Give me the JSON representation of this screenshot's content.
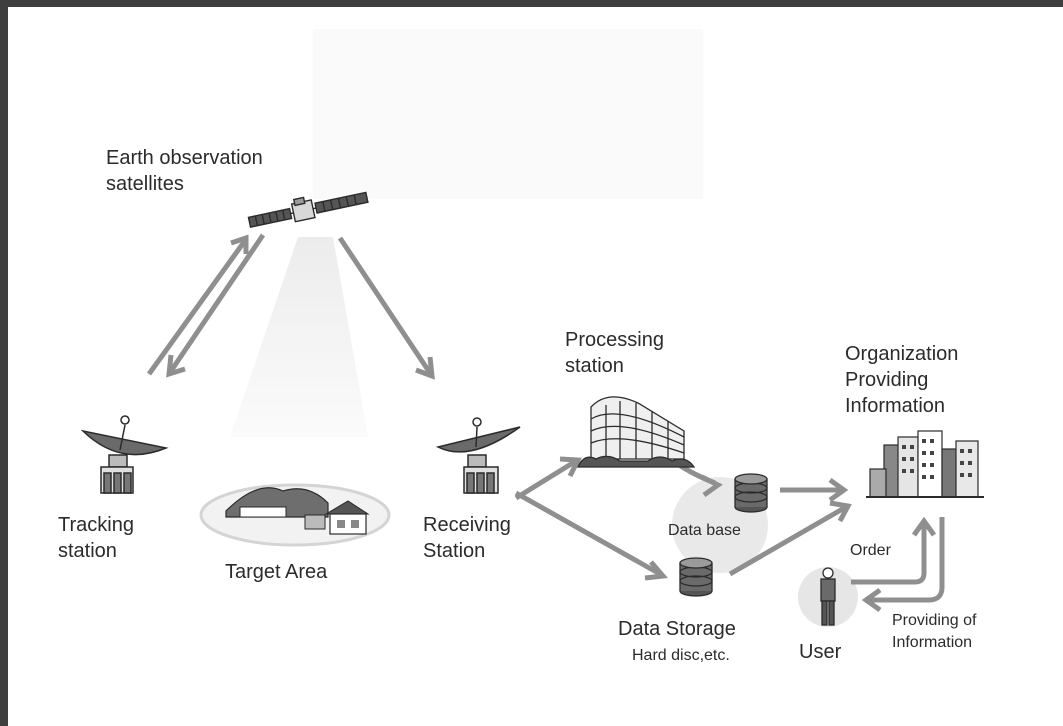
{
  "labels": {
    "satellite": [
      "Earth observation",
      "satellites"
    ],
    "tracking": [
      "Tracking",
      "station"
    ],
    "target": "Target Area",
    "receiving": [
      "Receiving",
      "Station"
    ],
    "processing": [
      "Processing",
      "station"
    ],
    "organization": [
      "Organization",
      "Providing",
      "Information"
    ],
    "database": "Data base",
    "storage": "Data Storage",
    "storage_sub": "Hard disc,etc.",
    "order": "Order",
    "providing": [
      "Providing of",
      "Information"
    ],
    "user": "User"
  },
  "colors": {
    "arrow": "#8f8f8f",
    "stroke": "#2b2b2b",
    "halo": "#e8e8e8"
  }
}
